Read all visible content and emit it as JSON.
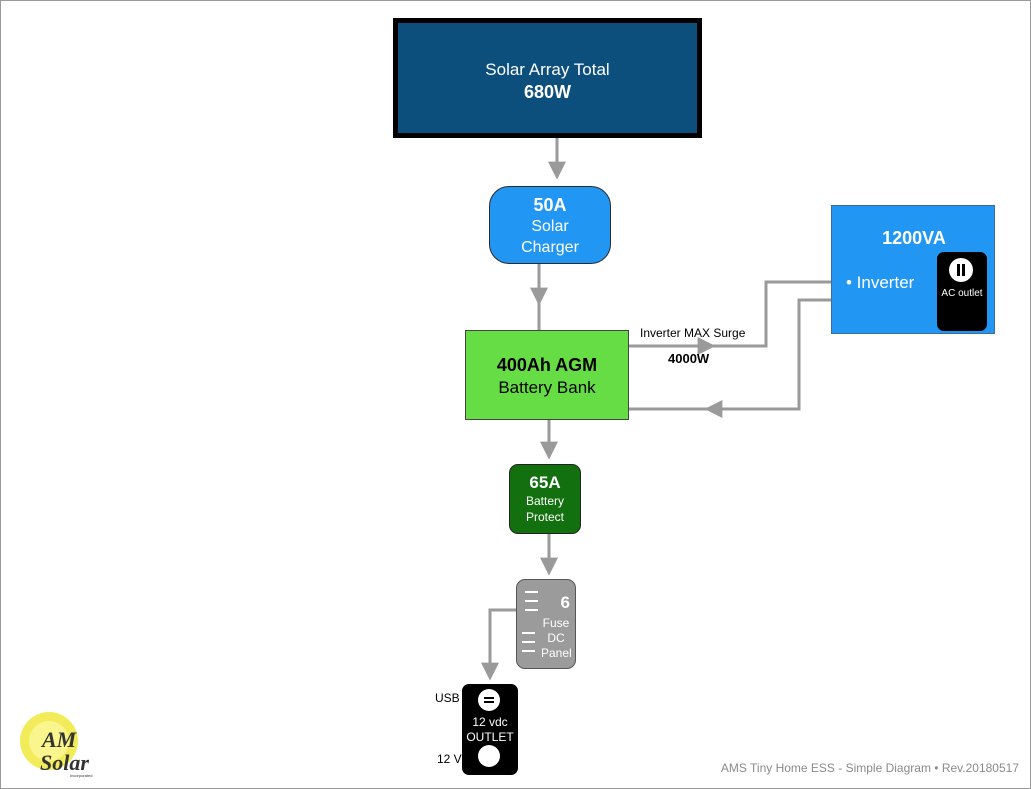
{
  "solar_array": {
    "line1": "Solar Array Total",
    "line2": "680W"
  },
  "charger": {
    "line1": "50A",
    "line2": "Solar",
    "line3": "Charger"
  },
  "battery": {
    "line1": "400Ah AGM",
    "line2": "Battery Bank"
  },
  "inverter": {
    "line1": "1200VA",
    "line2": "• Inverter",
    "outlet_label": "AC outlet",
    "outlet_icon": "ac-plug-icon"
  },
  "surge": {
    "label": "Inverter MAX Surge",
    "value": "4000W"
  },
  "battery_protect": {
    "line1": "65A",
    "line2": "Battery",
    "line3": "Protect"
  },
  "fuse_panel": {
    "line1": "6",
    "line2": "Fuse",
    "line3": "DC",
    "line4": "Panel"
  },
  "outlet12": {
    "usb_label": "USB ->",
    "line1": "12 vdc",
    "line2": "OUTLET",
    "v12_label": "12 V ->"
  },
  "footer": "AMS Tiny Home ESS - Simple Diagram • Rev.20180517",
  "logo": {
    "line1": "AM",
    "line2": "Solar",
    "line3": "Incorporated"
  },
  "colors": {
    "solar_array": "#0c4f7c",
    "device_blue": "#2196f3",
    "battery_green": "#66dd44",
    "protect_green": "#12700f",
    "fuse_gray": "#9b9b9b",
    "wire_gray": "#9a9a9a"
  }
}
